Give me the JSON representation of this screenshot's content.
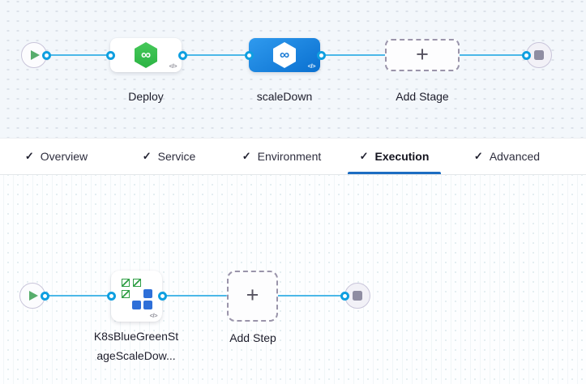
{
  "colors": {
    "canvas_top_bg": "#f3f7fb",
    "canvas_bottom_bg": "#fdfeff",
    "edge": "#4cb8e8",
    "connector_ring": "#0f9fe0",
    "selected_stage_gradient_start": "#2f9aee",
    "selected_stage_gradient_end": "#0a70d0",
    "harness_green": "#35bf4b",
    "k8s_green": "#2f9e44",
    "k8s_blue": "#2e6fd8",
    "play_green": "#57ad6c",
    "stop_gray": "#8f8da2",
    "tab_underline": "#1c6dc2"
  },
  "icons": {
    "check": "✓",
    "plus": "+",
    "infinity": "∞",
    "code": "</>"
  },
  "stage_graph": {
    "stages": [
      {
        "label": "Deploy",
        "selected": false
      },
      {
        "label": "scaleDown",
        "selected": true
      }
    ],
    "add_stage_label": "Add Stage"
  },
  "tabs": [
    {
      "label": "Overview",
      "checked": true,
      "active": false
    },
    {
      "label": "Service",
      "checked": true,
      "active": false
    },
    {
      "label": "Environment",
      "checked": true,
      "active": false
    },
    {
      "label": "Execution",
      "checked": true,
      "active": true
    },
    {
      "label": "Advanced",
      "checked": true,
      "active": false
    }
  ],
  "step_graph": {
    "step_label_line1": "K8sBlueGreenSt",
    "step_label_line2": "ageScaleDow...",
    "add_step_label": "Add Step"
  }
}
